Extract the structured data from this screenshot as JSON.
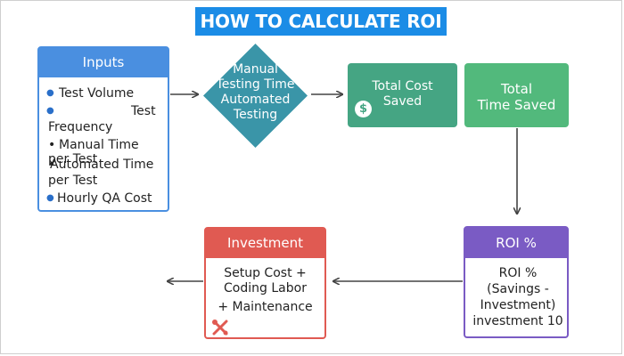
{
  "title": "HOW TO CALCULATE ROI",
  "inputs": {
    "header": "Inputs",
    "items": [
      "Test Volume",
      "Test",
      "Frequency",
      "Manual Time",
      "per Test",
      "Automated Time",
      "per Test",
      "Hourly QA Cost"
    ]
  },
  "decision": {
    "lines": [
      "Manual",
      "Testing Time",
      "Automated",
      "Testing"
    ]
  },
  "cost_saved": {
    "lines": [
      "Total Cost",
      "Saved"
    ],
    "icon": "dollar-icon"
  },
  "time_saved": {
    "lines": [
      "Total",
      "Time Saved"
    ]
  },
  "roi": {
    "header": "ROI %",
    "lines": [
      "ROI %",
      "(Savings -",
      "Investment)",
      "investment 10"
    ]
  },
  "investment": {
    "header": "Investment",
    "lines": [
      "Setup Cost +",
      "Coding Labor",
      "+ Maintenance"
    ],
    "icon": "tools-icon"
  },
  "colors": {
    "title_bg": "#1b8ce6",
    "inputs": "#4a8fe0",
    "decision": "#3a95a8",
    "cost_saved": "#45a583",
    "time_saved": "#52b97c",
    "roi": "#7a5bc4",
    "investment": "#e05a52",
    "arrow": "#444444"
  }
}
